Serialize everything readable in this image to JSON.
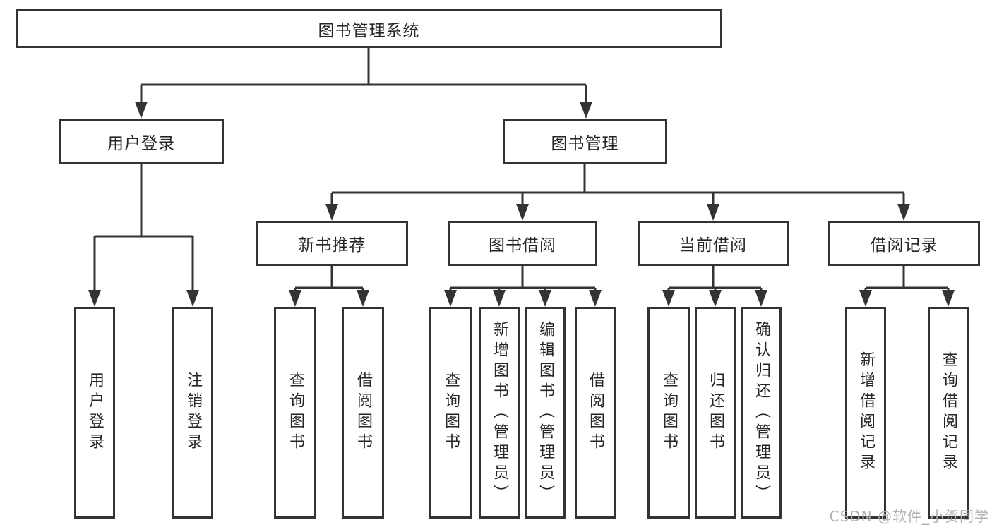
{
  "diagram": {
    "tree": {
      "label": "图书管理系统",
      "children": [
        {
          "label": "用户登录",
          "children": [
            {
              "label": "用户登录"
            },
            {
              "label": "注销登录"
            }
          ]
        },
        {
          "label": "图书管理",
          "children": [
            {
              "label": "新书推荐",
              "children": [
                {
                  "label": "查询图书"
                },
                {
                  "label": "借阅图书"
                }
              ]
            },
            {
              "label": "图书借阅",
              "children": [
                {
                  "label": "查询图书"
                },
                {
                  "label": "新增图书（管理员）"
                },
                {
                  "label": "编辑图书（管理员）"
                },
                {
                  "label": "借阅图书"
                }
              ]
            },
            {
              "label": "当前借阅",
              "children": [
                {
                  "label": "查询图书"
                },
                {
                  "label": "归还图书"
                },
                {
                  "label": "确认归还（管理员）"
                }
              ]
            },
            {
              "label": "借阅记录",
              "children": [
                {
                  "label": "新增借阅记录"
                },
                {
                  "label": "查询借阅记录"
                }
              ]
            }
          ]
        }
      ]
    }
  },
  "watermark": {
    "text": "CSDN @软件_小贺同学"
  },
  "colors": {
    "line": "#333333",
    "node_border": "#333333",
    "text": "#262626",
    "background": "#ffffff",
    "watermark": "#b3b0b0"
  }
}
